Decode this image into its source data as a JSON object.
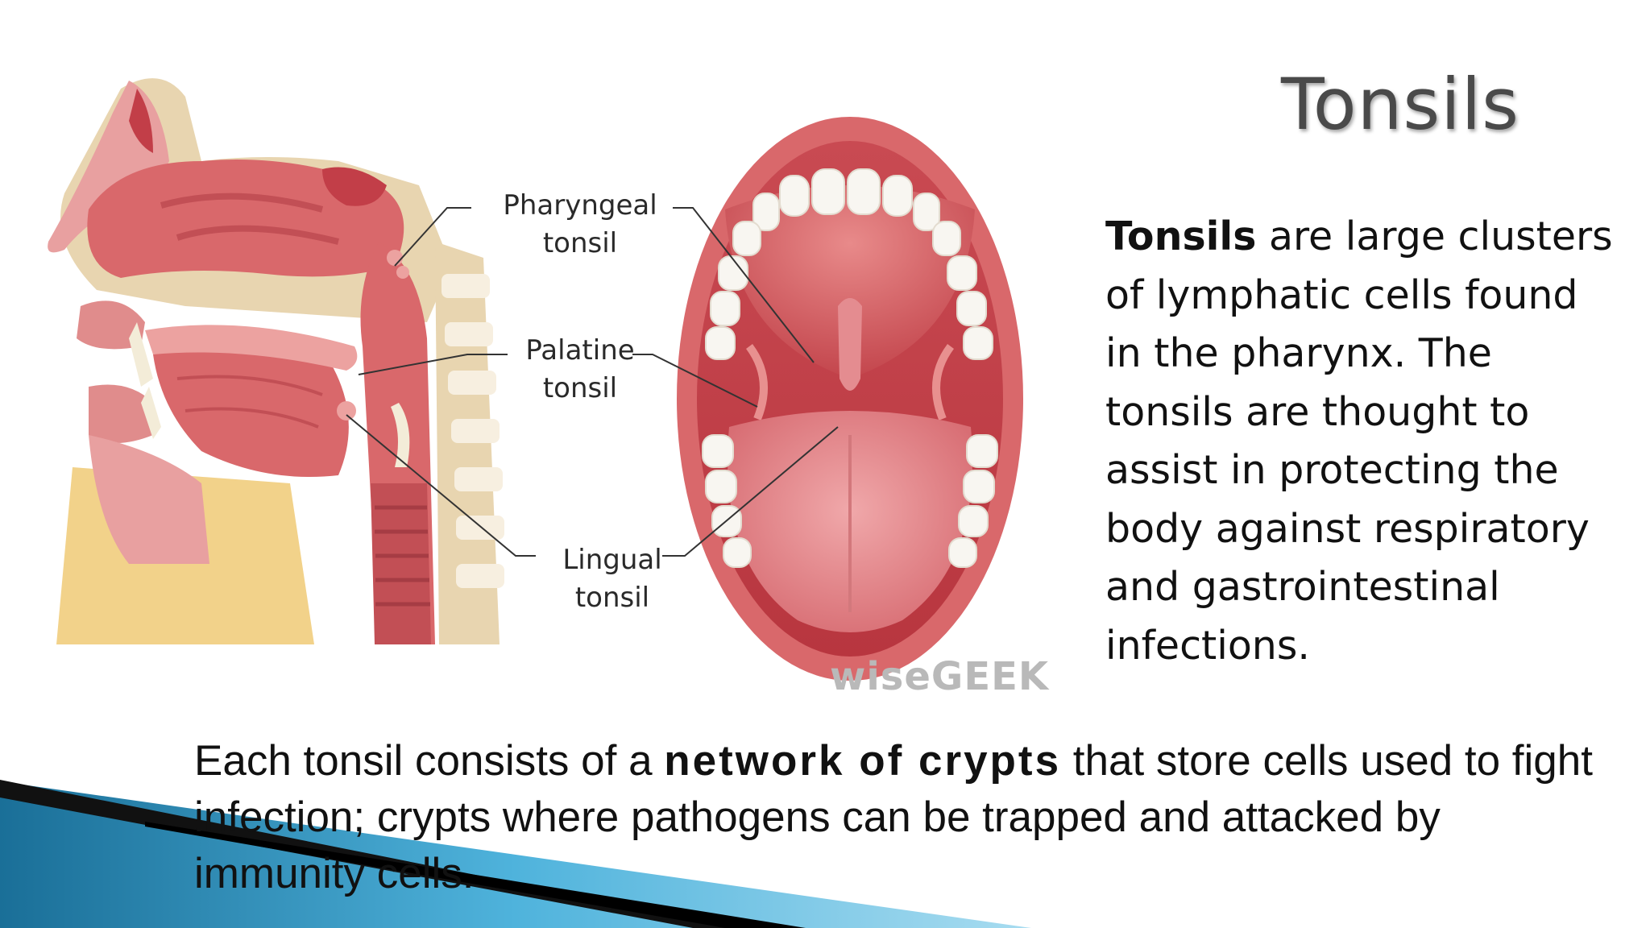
{
  "slide": {
    "title": "Tonsils",
    "side_text": {
      "bold": "Tonsils",
      "rest": " are large clusters of lymphatic cells found in the pharynx. The tonsils are thought to assist in protecting the body against respiratory and gastrointestinal infections."
    },
    "bottom_text": {
      "before": "Each tonsil consists of a ",
      "bold": "network of crypts",
      "after": " that store cells used to fight infection; crypts where pathogens can be trapped and attacked by immunity cells."
    }
  },
  "illustration": {
    "labels": {
      "pharyngeal_line1": "Pharyngeal",
      "pharyngeal_line2": "tonsil",
      "palatine_line1": "Palatine",
      "palatine_line2": "tonsil",
      "lingual_line1": "Lingual",
      "lingual_line2": "tonsil"
    },
    "watermark": "wiseGEEK"
  },
  "colors": {
    "tissue": "#d9686b",
    "tissue_light": "#eca2a0",
    "bone": "#e8d5b0",
    "skin": "#f2d28a",
    "swoosh_blue": "#1f86b5"
  }
}
